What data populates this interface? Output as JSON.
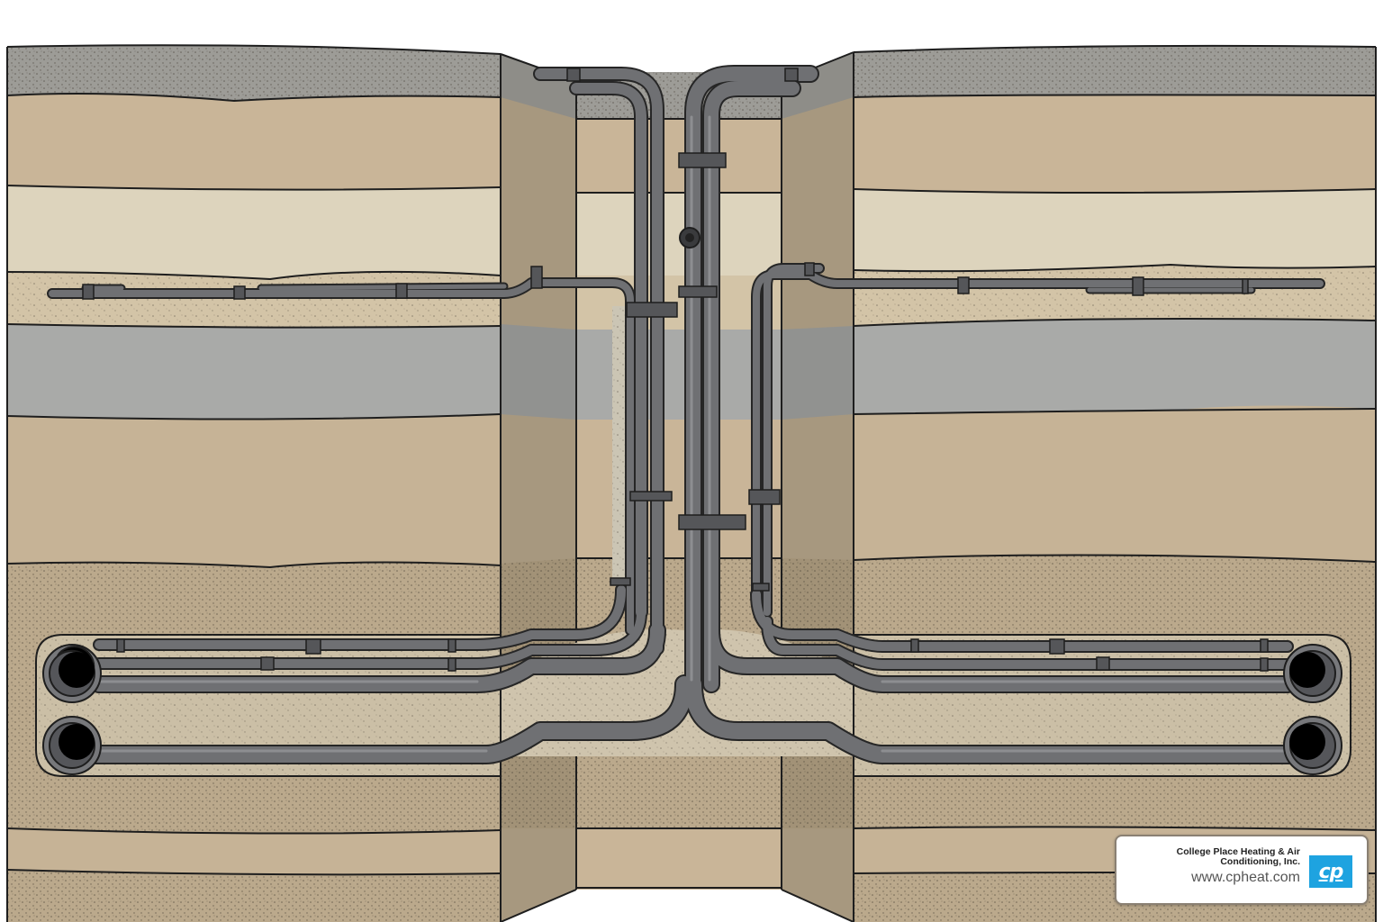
{
  "illustration": {
    "subject": "Underground geothermal loop cross-section",
    "colors": {
      "topsoil_gray": "#9d9c97",
      "tan_layer": "#c9b598",
      "light_cream_layer": "#ddd4bd",
      "speckled_sand_layer": "#d3c4a7",
      "blue_gray_layer": "#a9aaa8",
      "deep_tan_layer": "#c6b396",
      "gravel_layer": "#bba98c",
      "pipe_fill": "#6e6f72",
      "pipe_outline": "#2a2a2a",
      "trench_side": "#a7987f",
      "outline": "#1e1e1e"
    }
  },
  "logo": {
    "company_name_line1": "College Place Heating & Air",
    "company_name_line2": "Conditioning, Inc.",
    "url": "www.cpheat.com",
    "badge_text": "cp",
    "badge_color": "#1ea3e0"
  }
}
